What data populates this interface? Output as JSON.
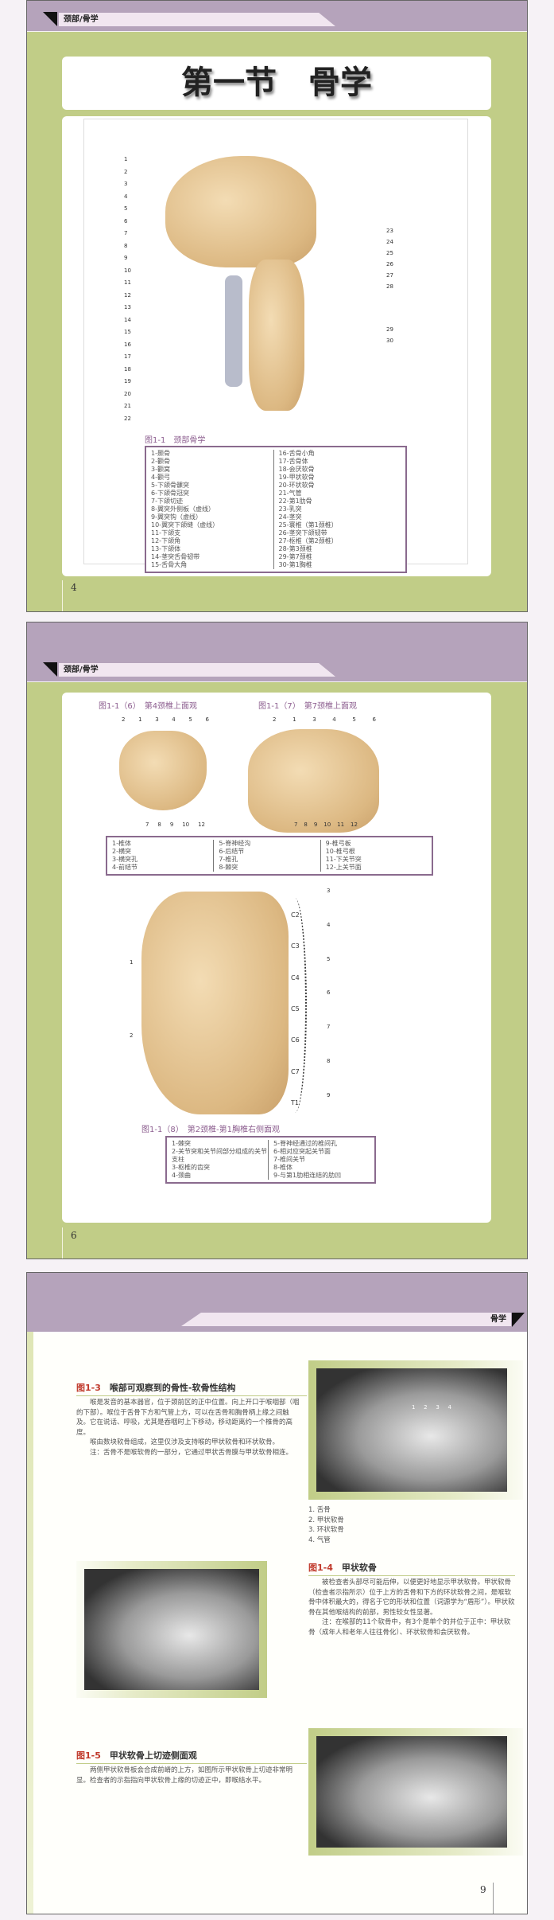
{
  "page1": {
    "breadcrumb": "颈部/骨学",
    "title": "第一节　骨学",
    "figure_caption": "图1-1　颈部骨学",
    "labels_left": [
      "1",
      "2",
      "3",
      "4",
      "5",
      "6",
      "7",
      "8",
      "9",
      "10",
      "11",
      "12",
      "13",
      "14",
      "15",
      "16",
      "17",
      "18",
      "19",
      "20",
      "21",
      "22"
    ],
    "labels_right": [
      "23",
      "24",
      "25",
      "26",
      "27",
      "28",
      "29",
      "30"
    ],
    "legend_col1": [
      "1-颞骨",
      "2-颧骨",
      "3-颧窝",
      "4-颧弓",
      "5-下颌骨髁突",
      "6-下颌骨冠突",
      "7-下颌切迹",
      "8-翼突外侧板（虚线）",
      "9-翼突钩（虚线）",
      "10-翼突下颌缝（虚线）",
      "11-下颌支",
      "12-下颌角",
      "13-下颌体",
      "14-茎突舌骨韧带",
      "15-舌骨大角"
    ],
    "legend_col2": [
      "16-舌骨小角",
      "17-舌骨体",
      "18-会厌软骨",
      "19-甲状软骨",
      "20-环状软骨",
      "21-气管",
      "22-第1肋骨",
      "23-乳突",
      "24-茎突",
      "25-寰椎（第1颈椎）",
      "26-茎突下颌韧带",
      "27-枢椎（第2颈椎）",
      "28-第3颈椎",
      "29-第7颈椎",
      "30-第1胸椎"
    ],
    "page_number": "4"
  },
  "page2": {
    "breadcrumb": "颈部/骨学",
    "fig6_caption": "图1-1（6）　第4颈椎上面观",
    "fig6_top_labels": [
      "2",
      "1",
      "3",
      "4",
      "5",
      "6"
    ],
    "fig6_bottom_labels": [
      "7",
      "8",
      "9",
      "10",
      "12"
    ],
    "fig7_caption": "图1-1（7）　第7颈椎上面观",
    "fig7_top_labels": [
      "2",
      "1",
      "3",
      "4",
      "5",
      "6"
    ],
    "fig7_bottom_labels": [
      "7",
      "8",
      "9",
      "10",
      "11",
      "12"
    ],
    "legend67_col1": [
      "1-椎体",
      "2-横突",
      "3-横突孔",
      "4-前结节"
    ],
    "legend67_col2": [
      "5-脊神经沟",
      "6-后结节",
      "7-椎孔",
      "8-棘突"
    ],
    "legend67_col3": [
      "9-椎弓板",
      "10-椎弓根",
      "11-下关节突",
      "12-上关节面"
    ],
    "fig8_left_labels": [
      "1",
      "2"
    ],
    "fig8_right_labels": [
      "3",
      "4",
      "5",
      "6",
      "7",
      "8",
      "9"
    ],
    "fig8_vertebra_labels": [
      "C2",
      "C3",
      "C4",
      "C5",
      "C6",
      "C7",
      "T1"
    ],
    "fig8_caption": "图1-1（8）　第2颈椎-第1胸椎右侧面观",
    "legend8_col1": [
      "1-棘突",
      "2-关节突和关节间部分组成的关节支柱",
      "3-枢椎的齿突",
      "4-颈曲"
    ],
    "legend8_col2": [
      "5-脊神经通过的椎间孔",
      "6-相对应突起关节面",
      "7-椎间关节",
      "8-椎体",
      "9-与第1肋相连结的肋凹"
    ],
    "page_number": "6"
  },
  "page3": {
    "breadcrumb": "骨学",
    "sec1": {
      "fig": "图1-3",
      "title": "喉部可观察到的骨性-软骨性结构",
      "paras": [
        "喉是发音的基本器官，位于颈前区的正中位置。向上开口于喉咽部（咽的下部）。喉位于舌骨下方和气管上方，可以在舌骨和胸骨柄上缘之间触及。它在说话、呼吸，尤其是吞咽时上下移动，移动距离约一个椎骨的高度。",
        "喉由数块软骨组成，这里仅涉及支持喉的甲状软骨和环状软骨。",
        "注：舌骨不是喉软骨的一部分，它通过甲状舌骨膜与甲状软骨相连。"
      ]
    },
    "photo1_labels": [
      "1",
      "2",
      "3",
      "4"
    ],
    "photo1_list": [
      "1. 舌骨",
      "2. 甲状软骨",
      "3. 环状软骨",
      "4. 气管"
    ],
    "sec2": {
      "fig": "图1-4",
      "title": "甲状软骨",
      "paras": [
        "被检查者头部尽可能后伸，以便更好地显示甲状软骨。甲状软骨（检查者示指所示）位于上方的舌骨和下方的环状软骨之间，是喉软骨中体积最大的，得名于它的形状和位置（词源学为“盾形”）。甲状软骨在其他喉结构的前部，男性较女性显著。",
        "注：在喉部的11个软骨中，有3个是单个的并位于正中：甲状软骨（成年人和老年人往往骨化）、环状软骨和会厌软骨。"
      ]
    },
    "sec3": {
      "fig": "图1-5",
      "title": "甲状软骨上切迹侧面观",
      "paras": [
        "两侧甲状软骨板会合成前嵴的上方，如图所示甲状软骨上切迹非常明显。检查者的示指指向甲状软骨上缘的切迹正中，即喉结水平。"
      ]
    },
    "page_number": "9"
  },
  "colors": {
    "header_purple": "#b5a3bb",
    "page_green": "#c1cd87",
    "caption_purple": "#8c5e8f",
    "figure_red": "#c0392b"
  }
}
